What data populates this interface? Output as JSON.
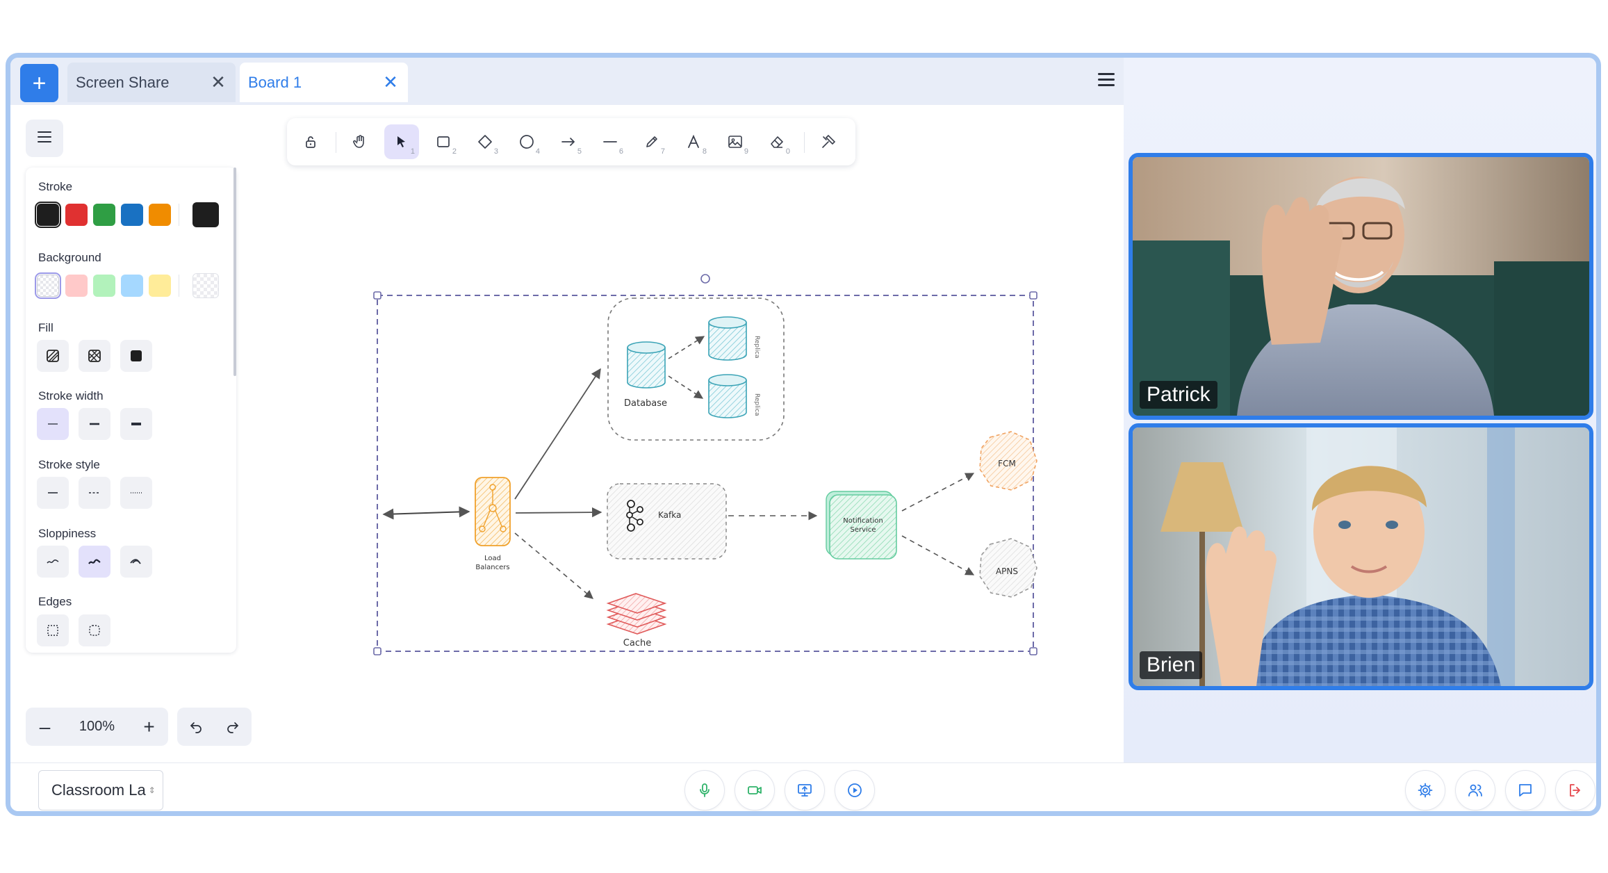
{
  "tabs": {
    "add_label": "+",
    "items": [
      {
        "label": "Screen Share",
        "close": "✕"
      },
      {
        "label": "Board 1",
        "close": "✕"
      }
    ]
  },
  "toolbar": {
    "tools": [
      {
        "name": "lock",
        "key": ""
      },
      {
        "name": "hand",
        "key": ""
      },
      {
        "name": "selection",
        "key": "1"
      },
      {
        "name": "rectangle",
        "key": "2"
      },
      {
        "name": "diamond",
        "key": "3"
      },
      {
        "name": "ellipse",
        "key": "4"
      },
      {
        "name": "arrow",
        "key": "5"
      },
      {
        "name": "line",
        "key": "6"
      },
      {
        "name": "pencil",
        "key": "7"
      },
      {
        "name": "text",
        "key": "8"
      },
      {
        "name": "image",
        "key": "9"
      },
      {
        "name": "eraser",
        "key": "0"
      },
      {
        "name": "extra-tools",
        "key": ""
      }
    ],
    "active": "selection"
  },
  "properties": {
    "stroke_label": "Stroke",
    "stroke_colors": [
      "#1e1e1e",
      "#e03131",
      "#2f9e44",
      "#1971c2",
      "#f08c00"
    ],
    "stroke_current": "#1e1e1e",
    "background_label": "Background",
    "background_colors": [
      "transparent",
      "#ffc9c9",
      "#b2f2bb",
      "#a5d8ff",
      "#ffec99"
    ],
    "fill_label": "Fill",
    "stroke_width_label": "Stroke width",
    "stroke_style_label": "Stroke style",
    "sloppiness_label": "Sloppiness",
    "edges_label": "Edges"
  },
  "zoom": {
    "minus": "–",
    "value": "100%",
    "plus": "+"
  },
  "diagram": {
    "database_label": "Database",
    "replica_label": "Replica",
    "kafka_label": "Kafka",
    "notification_label_1": "Notification",
    "notification_label_2": "Service",
    "fcm_label": "FCM",
    "apns_label": "APNS",
    "lb_label_1": "Load",
    "lb_label_2": "Balancers",
    "cache_label": "Cache"
  },
  "participants": [
    {
      "name": "Patrick"
    },
    {
      "name": "Brien"
    }
  ],
  "bottombar": {
    "room_select": "Classroom La",
    "controls": [
      "mic-icon",
      "camera-icon",
      "screen-share-icon",
      "record-icon"
    ],
    "right_controls": [
      "settings-icon",
      "participants-icon",
      "chat-icon",
      "leave-icon"
    ],
    "colors": {
      "green": "#2fb36a",
      "blue": "#2f7de9",
      "red": "#e5484d"
    }
  }
}
